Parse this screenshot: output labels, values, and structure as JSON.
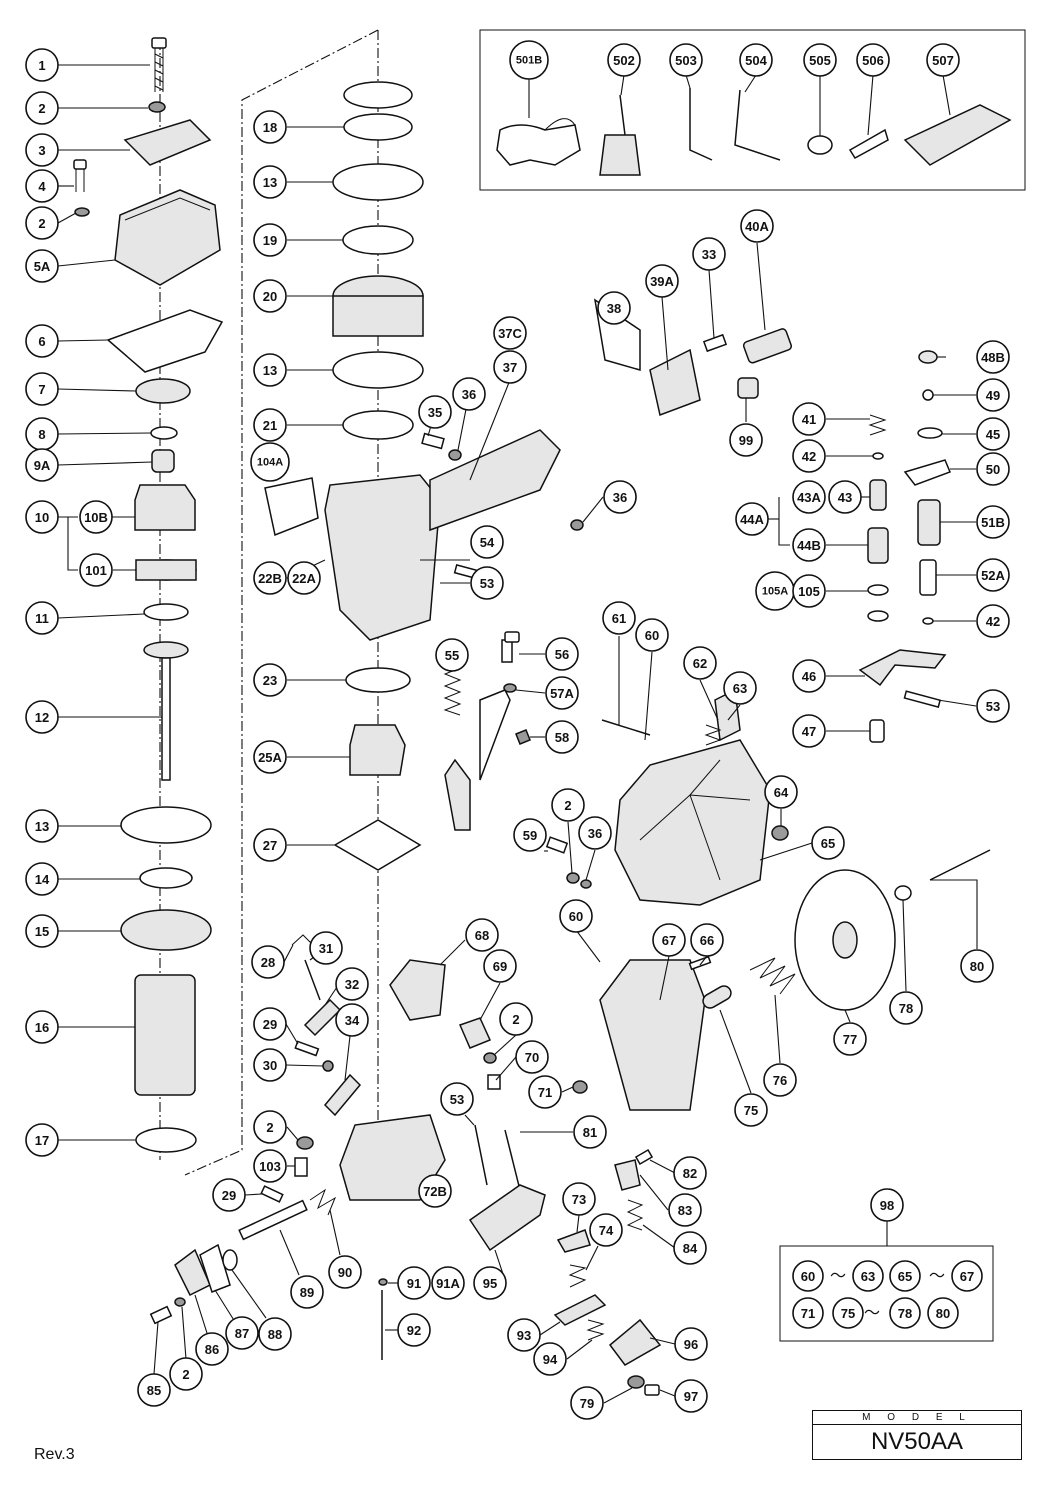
{
  "diagram": {
    "revision": "Rev.3",
    "model_label": "M O D E L",
    "model_name": "NV50AA",
    "accessory_parts": [
      "501B",
      "502",
      "503",
      "504",
      "505",
      "506",
      "507"
    ],
    "kit_number": "98",
    "kit_contents": {
      "row1": [
        "60",
        "〜",
        "63",
        "65",
        "〜",
        "67"
      ],
      "row2": [
        "71",
        "75",
        "〜",
        "78",
        "80"
      ]
    },
    "callouts": [
      "1",
      "2",
      "3",
      "4",
      "5A",
      "6",
      "7",
      "8",
      "9A",
      "10",
      "10B",
      "101",
      "11",
      "12",
      "13",
      "14",
      "15",
      "16",
      "17",
      "18",
      "19",
      "20",
      "21",
      "104A",
      "22A",
      "22B",
      "23",
      "25A",
      "27",
      "28",
      "29",
      "30",
      "31",
      "32",
      "33",
      "34",
      "35",
      "36",
      "37",
      "37C",
      "38",
      "39A",
      "40A",
      "41",
      "42",
      "43",
      "43A",
      "44A",
      "44B",
      "45",
      "46",
      "47",
      "48B",
      "49",
      "50",
      "51B",
      "52A",
      "53",
      "54",
      "55",
      "56",
      "57A",
      "58",
      "59",
      "60",
      "61",
      "62",
      "63",
      "64",
      "65",
      "66",
      "67",
      "68",
      "69",
      "70",
      "71",
      "72B",
      "73",
      "74",
      "75",
      "76",
      "77",
      "78",
      "79",
      "80",
      "81",
      "82",
      "83",
      "84",
      "85",
      "86",
      "87",
      "88",
      "89",
      "90",
      "91",
      "91A",
      "92",
      "93",
      "94",
      "95",
      "96",
      "97",
      "99",
      "103",
      "105",
      "105A"
    ]
  }
}
